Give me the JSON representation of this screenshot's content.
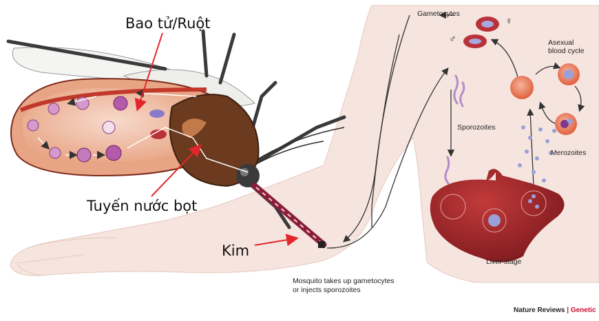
{
  "annotations": {
    "midgut": "Bao tử/Ruột",
    "salivary_gland": "Tuyến nước bọt",
    "needle": "Kim"
  },
  "diagram_labels": {
    "gametocytes": "Gametocytes",
    "male_symbol": "♂",
    "female_symbol": "♀",
    "asexual_cycle": "Asexual\nblood cycle",
    "sporozoites": "Sporozoites",
    "merozoites": "Merozoites",
    "liver_stage": "Liver stage",
    "mosquito_caption_1": "Mosquito takes up gametocytes",
    "mosquito_caption_2": "or injects sporozoites"
  },
  "credit": {
    "journal": "Nature Reviews",
    "separator": " | ",
    "section": "Genetic"
  },
  "colors": {
    "annotation_arrow": "#e3262b",
    "cycle_arrow": "#333333",
    "skin": "#f6e4de",
    "liver": "#a8272c",
    "parasite": "#9aa0d8"
  }
}
